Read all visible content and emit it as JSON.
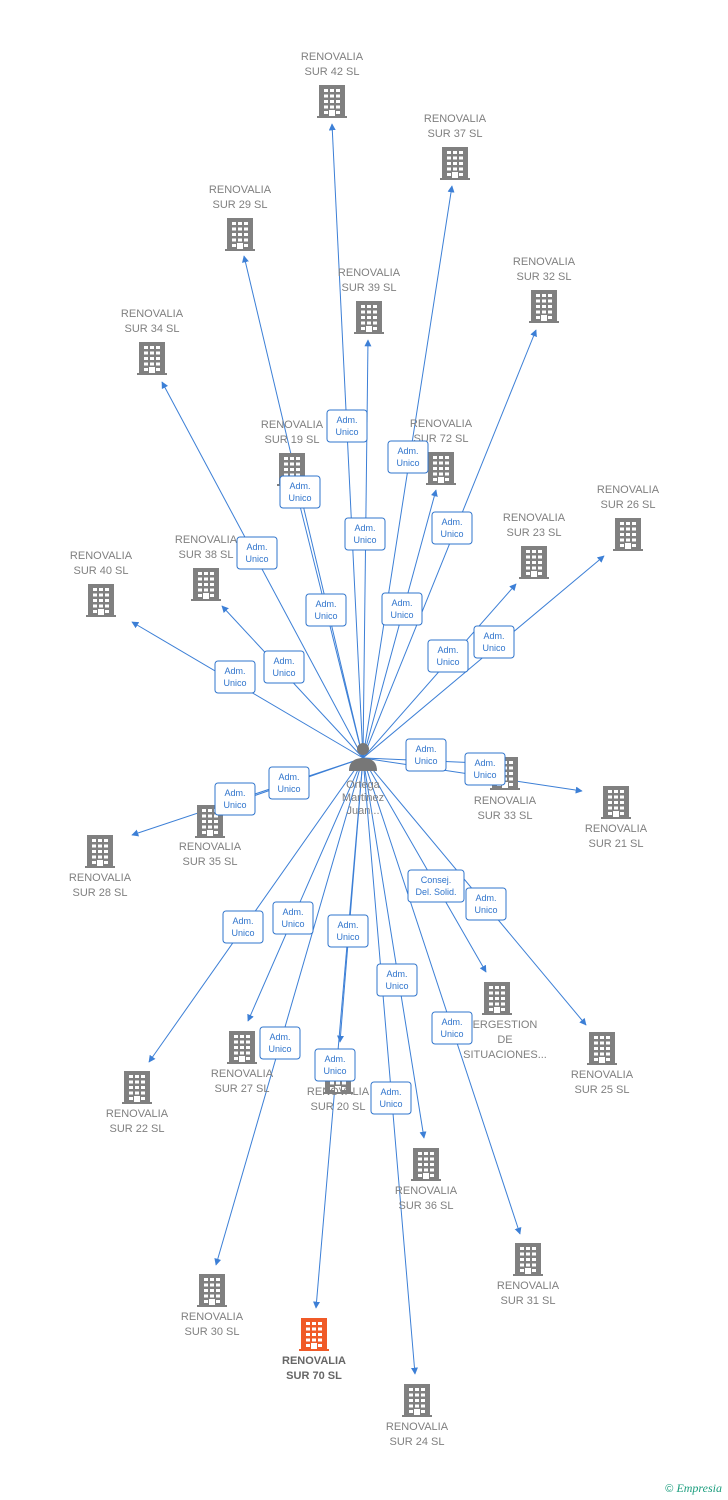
{
  "colors": {
    "edge": "#3c7fd6",
    "node": "#808080",
    "highlight": "#f05a28",
    "label_box": "#2f74cc"
  },
  "person": {
    "lines": [
      "Ortega",
      "Martinez",
      "Juan..."
    ],
    "icon": "person-icon"
  },
  "companies": [
    {
      "id": "sur42",
      "lines": [
        "RENOVALIA",
        "SUR 42  SL"
      ]
    },
    {
      "id": "sur37",
      "lines": [
        "RENOVALIA",
        "SUR 37  SL"
      ]
    },
    {
      "id": "sur29",
      "lines": [
        "RENOVALIA",
        "SUR 29  SL"
      ]
    },
    {
      "id": "sur39",
      "lines": [
        "RENOVALIA",
        "SUR 39  SL"
      ]
    },
    {
      "id": "sur32",
      "lines": [
        "RENOVALIA",
        "SUR 32  SL"
      ]
    },
    {
      "id": "sur34",
      "lines": [
        "RENOVALIA",
        "SUR 34  SL"
      ]
    },
    {
      "id": "sur19",
      "lines": [
        "RENOVALIA",
        "SUR 19  SL"
      ]
    },
    {
      "id": "sur72",
      "lines": [
        "RENOVALIA",
        "SUR 72  SL"
      ]
    },
    {
      "id": "sur26",
      "lines": [
        "RENOVALIA",
        "SUR 26  SL"
      ]
    },
    {
      "id": "sur23",
      "lines": [
        "RENOVALIA",
        "SUR 23  SL"
      ]
    },
    {
      "id": "sur38",
      "lines": [
        "RENOVALIA",
        "SUR 38  SL"
      ]
    },
    {
      "id": "sur40",
      "lines": [
        "RENOVALIA",
        "SUR 40  SL"
      ]
    },
    {
      "id": "sur33",
      "lines": [
        "RENOVALIA",
        "SUR 33  SL"
      ]
    },
    {
      "id": "sur21",
      "lines": [
        "RENOVALIA",
        "SUR 21  SL"
      ]
    },
    {
      "id": "sur35",
      "lines": [
        "RENOVALIA",
        "SUR 35  SL"
      ]
    },
    {
      "id": "sur28",
      "lines": [
        "RENOVALIA",
        "SUR 28  SL"
      ]
    },
    {
      "id": "ergestion",
      "lines": [
        "ERGESTION",
        "DE",
        "SITUACIONES..."
      ]
    },
    {
      "id": "sur25",
      "lines": [
        "RENOVALIA",
        "SUR 25  SL"
      ]
    },
    {
      "id": "sur27",
      "lines": [
        "RENOVALIA",
        "SUR 27  SL"
      ]
    },
    {
      "id": "sur20",
      "lines": [
        "RENOVALIA",
        "SUR 20  SL"
      ]
    },
    {
      "id": "sur22",
      "lines": [
        "RENOVALIA",
        "SUR 22  SL"
      ]
    },
    {
      "id": "sur36",
      "lines": [
        "RENOVALIA",
        "SUR 36  SL"
      ]
    },
    {
      "id": "sur31",
      "lines": [
        "RENOVALIA",
        "SUR 31  SL"
      ]
    },
    {
      "id": "sur30",
      "lines": [
        "RENOVALIA",
        "SUR 30  SL"
      ]
    },
    {
      "id": "sur70",
      "lines": [
        "RENOVALIA",
        "SUR 70  SL"
      ],
      "highlight": true
    },
    {
      "id": "sur24",
      "lines": [
        "RENOVALIA",
        "SUR 24  SL"
      ]
    }
  ],
  "edges": [
    {
      "to": "sur42",
      "label": [
        "Adm.",
        "Unico"
      ]
    },
    {
      "to": "sur37",
      "label": [
        "Adm.",
        "Unico"
      ]
    },
    {
      "to": "sur29",
      "label": [
        "Adm.",
        "Unico"
      ]
    },
    {
      "to": "sur39",
      "label": [
        "Adm.",
        "Unico"
      ]
    },
    {
      "to": "sur32",
      "label": [
        "Adm.",
        "Unico"
      ]
    },
    {
      "to": "sur34",
      "label": [
        "Adm.",
        "Unico"
      ]
    },
    {
      "to": "sur19",
      "label": [
        "Adm.",
        "Unico"
      ]
    },
    {
      "to": "sur72",
      "label": [
        "Adm.",
        "Unico"
      ]
    },
    {
      "to": "sur26",
      "label": [
        "Adm.",
        "Unico"
      ]
    },
    {
      "to": "sur23",
      "label": [
        "Adm.",
        "Unico"
      ]
    },
    {
      "to": "sur38",
      "label": [
        "Adm.",
        "Unico"
      ]
    },
    {
      "to": "sur40",
      "label": [
        "Adm.",
        "Unico"
      ]
    },
    {
      "to": "sur33",
      "label": [
        "Adm.",
        "Unico"
      ]
    },
    {
      "to": "sur21",
      "label": [
        "Adm.",
        "Unico"
      ]
    },
    {
      "to": "sur35",
      "label": [
        "Adm.",
        "Unico"
      ]
    },
    {
      "to": "sur28",
      "label": [
        "Adm.",
        "Unico"
      ]
    },
    {
      "to": "ergestion",
      "label": [
        "Consej.",
        "Del. Solid."
      ]
    },
    {
      "to": "sur25",
      "label": [
        "Adm.",
        "Unico"
      ]
    },
    {
      "to": "sur27",
      "label": [
        "Adm.",
        "Unico"
      ]
    },
    {
      "to": "sur20",
      "label": [
        "Adm.",
        "Unico"
      ]
    },
    {
      "to": "sur22",
      "label": [
        "Adm.",
        "Unico"
      ]
    },
    {
      "to": "sur36",
      "label": [
        "Adm.",
        "Unico"
      ]
    },
    {
      "to": "sur31",
      "label": [
        "Adm.",
        "Unico"
      ]
    },
    {
      "to": "sur30",
      "label": [
        "Adm.",
        "Unico"
      ]
    },
    {
      "to": "sur70",
      "label": [
        "Adm.",
        "Unico"
      ]
    },
    {
      "to": "sur24",
      "label": [
        "Adm.",
        "Unico"
      ]
    }
  ],
  "footer": {
    "copyright": "©",
    "brand": "Empresia"
  }
}
